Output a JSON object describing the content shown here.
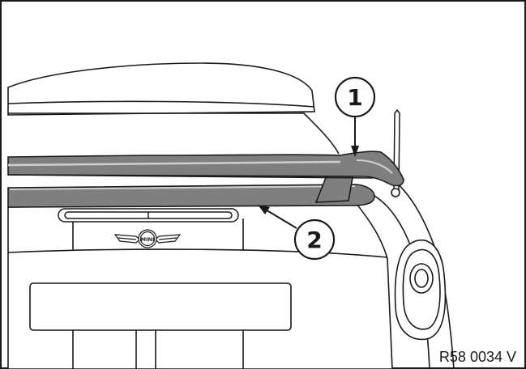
{
  "callouts": [
    {
      "label": "1",
      "part": "spoiler"
    },
    {
      "label": "2",
      "part": "lower-spoiler-lip"
    }
  ],
  "badge_text": "MINI",
  "reference_code": "R58 0034 V",
  "colors": {
    "line": "#1a1a1a",
    "spoiler_fill": "#7f7f7f",
    "spoiler_highlight": "#cfcfcf",
    "background": "#ffffff"
  }
}
